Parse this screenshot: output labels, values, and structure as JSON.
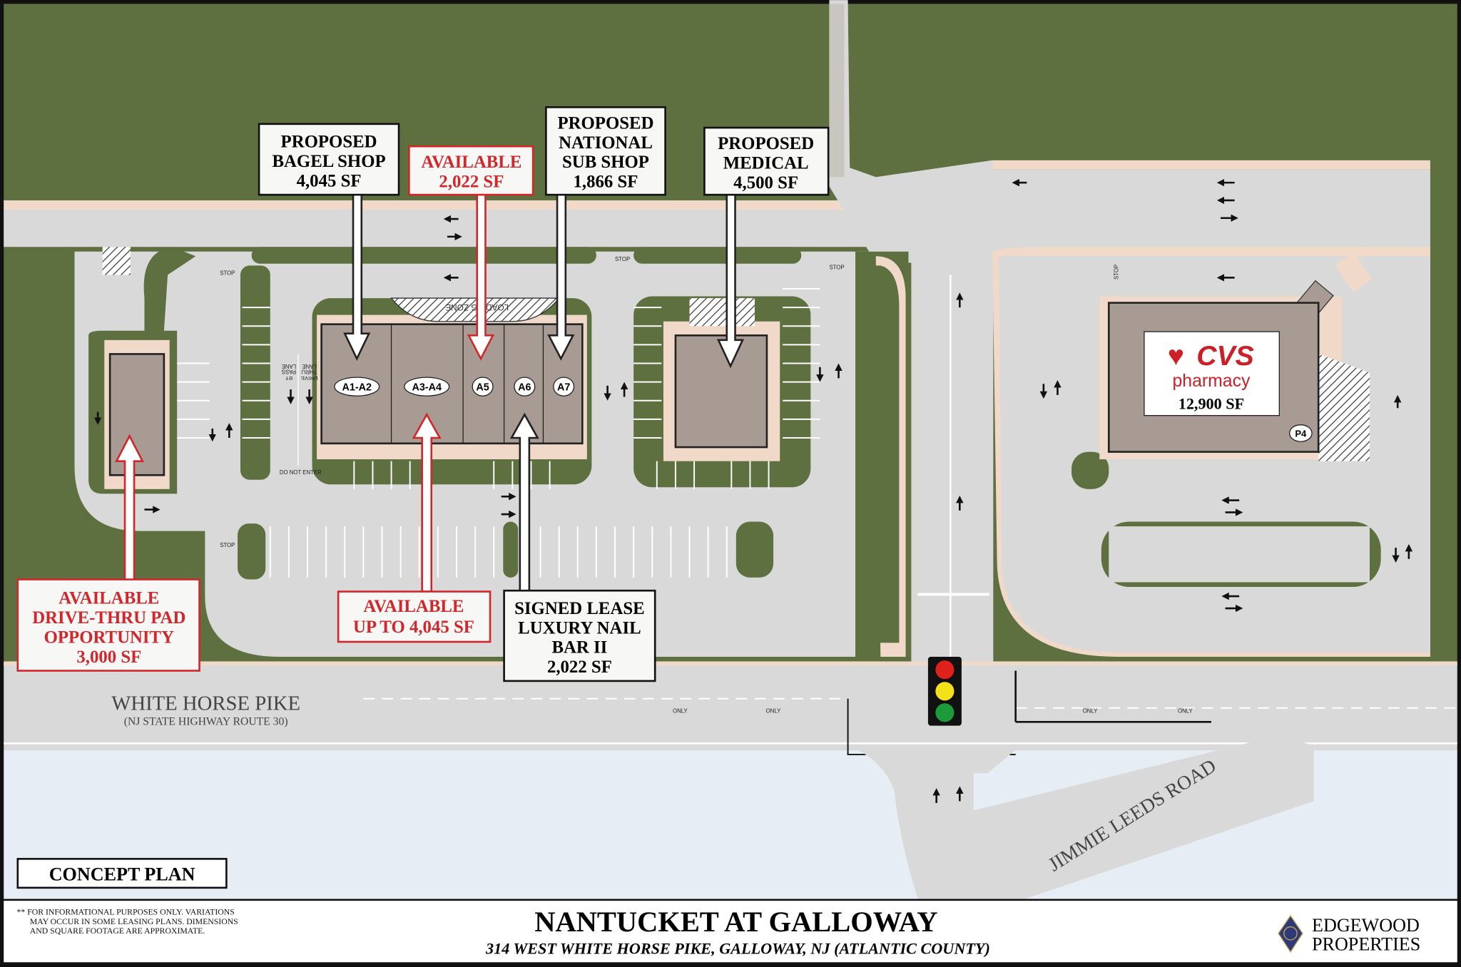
{
  "title": "NANTUCKET AT GALLOWAY",
  "address": "314 WEST WHITE HORSE PIKE, GALLOWAY, NJ (ATLANTIC COUNTY)",
  "disclaimer": [
    "** FOR INFORMATIONAL PURPOSES ONLY.  VARIATIONS",
    "MAY OCCUR IN SOME LEASING PLANS.  DIMENSIONS",
    "AND SQUARE FOOTAGE ARE APPROXIMATE."
  ],
  "logo": {
    "line1": "EDGEWOOD",
    "line2": "PROPERTIES"
  },
  "concept_label": "CONCEPT PLAN",
  "roads": {
    "highway": "WHITE HORSE PIKE",
    "highway_sub": "(NJ STATE HIGHWAY ROUTE 30)",
    "side_road": "JIMMIE LEEDS ROAD"
  },
  "callouts": {
    "bagel": [
      "PROPOSED",
      "BAGEL SHOP",
      "4,045 SF"
    ],
    "available_a5": [
      "AVAILABLE",
      "2,022 SF"
    ],
    "sub": [
      "PROPOSED",
      "NATIONAL",
      "SUB SHOP",
      "1,866 SF"
    ],
    "medical": [
      "PROPOSED",
      "MEDICAL",
      "4,500 SF"
    ],
    "pad": [
      "AVAILABLE",
      "DRIVE-THRU PAD",
      "OPPORTUNITY",
      "3,000 SF"
    ],
    "a3a4": [
      "AVAILABLE",
      "UP TO 4,045 SF"
    ],
    "nail": [
      "SIGNED LEASE",
      "LUXURY NAIL",
      "BAR II",
      "2,022 SF"
    ]
  },
  "units": [
    "A1-A2",
    "A3-A4",
    "A5",
    "A6",
    "A7"
  ],
  "cvs": {
    "brand": "CVS",
    "sub": "pharmacy",
    "area": "12,900 SF",
    "pad": "P4"
  },
  "markings": {
    "loading": "LOADING ZONE",
    "stop": "STOP",
    "only": "ONLY",
    "drive_thru": "DRIVE THRU LANE",
    "bypass": "BY PASS LANE",
    "do_not_enter": "DO NOT ENTER"
  },
  "colors": {
    "grass": "#5e703f",
    "pavement": "#d9d9d9",
    "sidewalk": "#f1d9c9",
    "building": "#a89b93",
    "available": "#d3262b",
    "water": "#e6edf5",
    "cvs_red": "#cc1f27"
  }
}
